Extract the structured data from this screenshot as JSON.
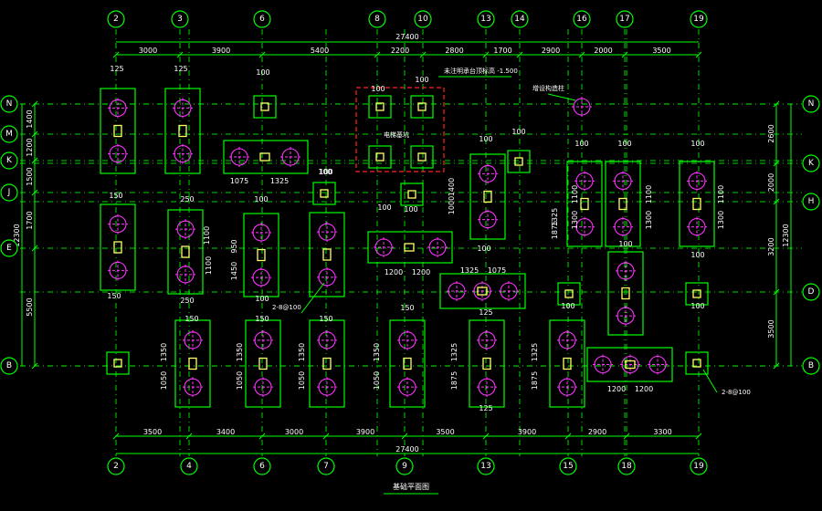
{
  "axes_top": [
    "2",
    "3",
    "6",
    "8",
    "10",
    "13",
    "14",
    "16",
    "17",
    "19"
  ],
  "axes_bottom": [
    "2",
    "4",
    "6",
    "7",
    "9",
    "13",
    "15",
    "18",
    "19"
  ],
  "axes_left": [
    "N",
    "M",
    "K",
    "J",
    "E",
    "B"
  ],
  "axes_right": [
    "N",
    "K",
    "H",
    "D",
    "B"
  ],
  "total_top": "27400",
  "total_bottom": "27400",
  "dims_top": [
    "3000",
    "3900",
    "5400",
    "2200",
    "2800",
    "1700",
    "2900",
    "2000",
    "3500"
  ],
  "dims_bottom": [
    "3500",
    "3400",
    "3000",
    "3900",
    "3500",
    "3900",
    "2900",
    "3300"
  ],
  "dims_left_inner": [
    "1400",
    "1200",
    "1500",
    "1700",
    "5500"
  ],
  "dims_left_outer": [
    "12300"
  ],
  "dims_right_inner": [
    "2600",
    "2000",
    "3200",
    "3500"
  ],
  "dims_right_outer": [
    "12300"
  ],
  "cap_labels": [
    "125",
    "125",
    "100",
    "100",
    "100",
    "100",
    "100",
    "100",
    "100",
    "100",
    "150",
    "250",
    "100",
    "100",
    "150",
    "250",
    "100",
    "100",
    "100",
    "100",
    "100",
    "150",
    "150",
    "150",
    "150",
    "125",
    "125",
    "100",
    "100",
    "100",
    "100"
  ],
  "cap_dims": [
    "1075",
    "1325",
    "1200",
    "1200",
    "1325",
    "1075",
    "1200",
    "1200",
    "1350",
    "1050",
    "1100",
    "1100",
    "950",
    "1450",
    "1350",
    "1050",
    "1350",
    "1050",
    "1350",
    "1050",
    "1325",
    "1875",
    "1325",
    "1875",
    "1325",
    "1875",
    "1400",
    "1000",
    "1100",
    "1300",
    "1100",
    "1300",
    "1100",
    "1300"
  ],
  "notes": [
    "未注明承台顶标高 -1.500",
    "电梯基坑",
    "增设构造柱",
    "2-8@100",
    "2-8@100"
  ],
  "title": "基础平面图"
}
